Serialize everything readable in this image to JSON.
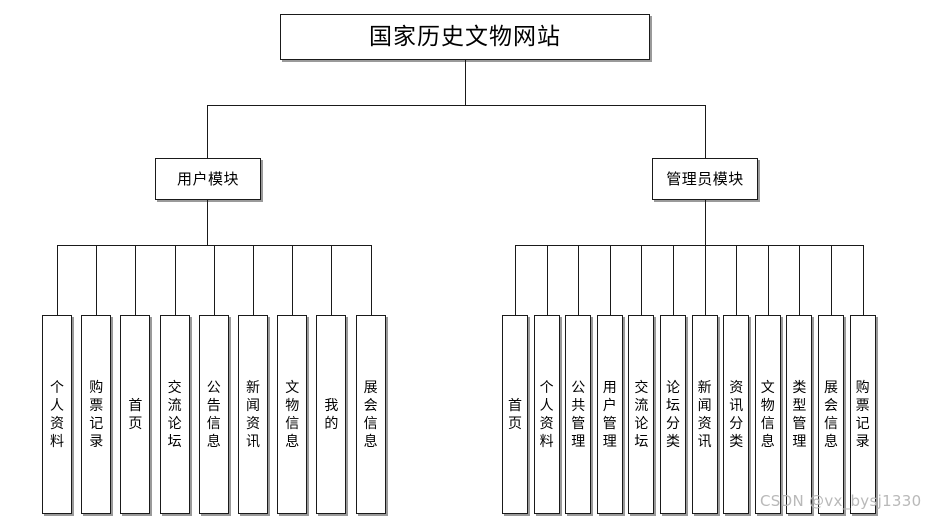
{
  "diagram": {
    "type": "tree",
    "root": {
      "label": "国家历史文物网站"
    },
    "modules": [
      {
        "label": "用户模块"
      },
      {
        "label": "管理员模块"
      }
    ],
    "user_module_items": [
      {
        "label": "个人资料"
      },
      {
        "label": "购票记录"
      },
      {
        "label": "首页"
      },
      {
        "label": "交流论坛"
      },
      {
        "label": "公告信息"
      },
      {
        "label": "新闻资讯"
      },
      {
        "label": "文物信息"
      },
      {
        "label": "我的"
      },
      {
        "label": "展会信息"
      }
    ],
    "admin_module_items": [
      {
        "label": "首页"
      },
      {
        "label": "个人资料"
      },
      {
        "label": "公共管理"
      },
      {
        "label": "用户管理"
      },
      {
        "label": "交流论坛"
      },
      {
        "label": "论坛分类"
      },
      {
        "label": "新闻资讯"
      },
      {
        "label": "资讯分类"
      },
      {
        "label": "文物信息"
      },
      {
        "label": "类型管理"
      },
      {
        "label": "展会信息"
      },
      {
        "label": "购票记录"
      }
    ]
  },
  "watermark": {
    "text": "CSDN @vx_bysj1330"
  },
  "colors": {
    "background": "#ffffff",
    "border": "#1a1a1a",
    "shadow": "#9a9a9a",
    "text": "#000000",
    "watermark": "#b9b9b9"
  }
}
